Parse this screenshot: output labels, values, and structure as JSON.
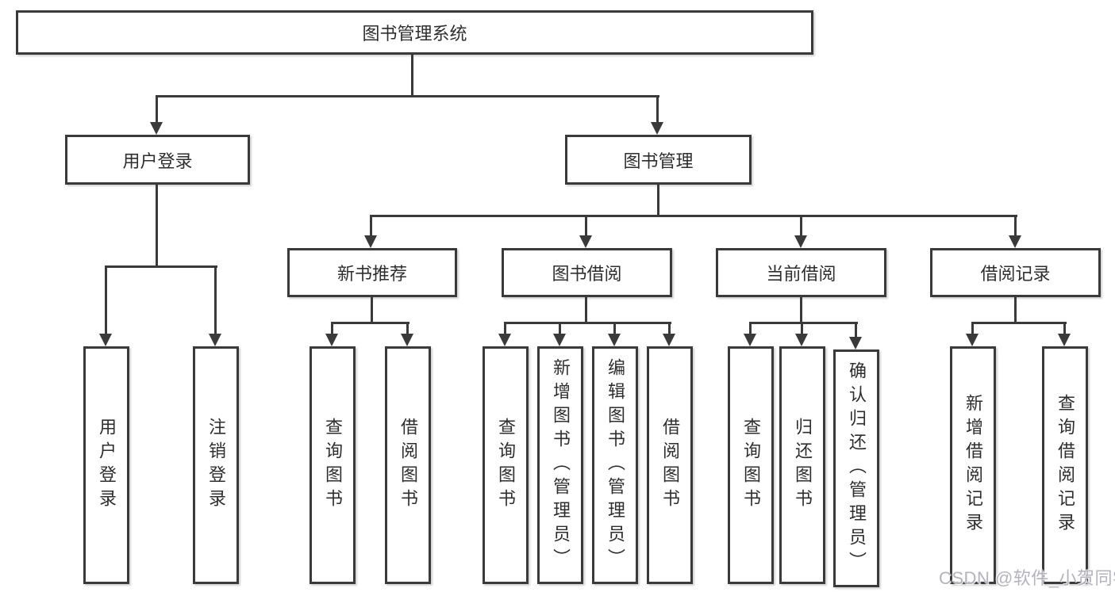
{
  "tree": {
    "root": {
      "label": "图书管理系统"
    },
    "branches": [
      {
        "label": "用户登录",
        "children": [
          {
            "label": "用户登录"
          },
          {
            "label": "注销登录"
          }
        ]
      },
      {
        "label": "图书管理",
        "children": [
          {
            "label": "新书推荐",
            "children": [
              {
                "label": "查询图书"
              },
              {
                "label": "借阅图书"
              }
            ]
          },
          {
            "label": "图书借阅",
            "children": [
              {
                "label": "查询图书"
              },
              {
                "label": "新增图书（管理员）"
              },
              {
                "label": "编辑图书（管理员）"
              },
              {
                "label": "借阅图书"
              }
            ]
          },
          {
            "label": "当前借阅",
            "children": [
              {
                "label": "查询图书"
              },
              {
                "label": "归还图书"
              },
              {
                "label": "确认归还（管理员）"
              }
            ]
          },
          {
            "label": "借阅记录",
            "children": [
              {
                "label": "新增借阅记录"
              },
              {
                "label": "查询借阅记录"
              }
            ]
          }
        ]
      }
    ]
  },
  "watermark": "CSDN @软件_小贺同学",
  "colors": {
    "line": "#3a3a3a",
    "box_border": "#3a3a3a",
    "text": "#2e2e2e",
    "watermark": "#afafb8",
    "background": "#ffffff"
  }
}
